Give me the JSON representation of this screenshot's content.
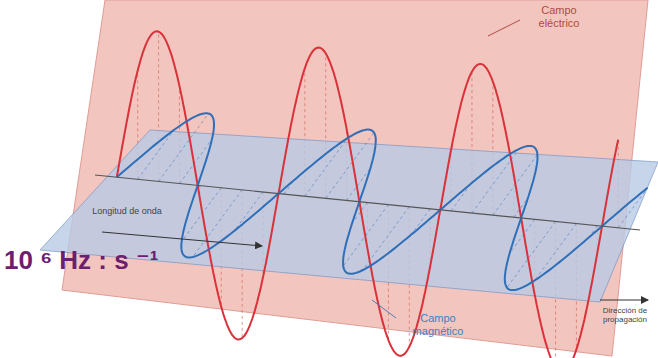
{
  "diagram": {
    "labels": [
      "Campo eléctrico",
      "Longitud de onda",
      "Campo magnético",
      "Dirección de propagación",
      "10 ⁶ Hz : s ⁻¹"
    ]
  }
}
